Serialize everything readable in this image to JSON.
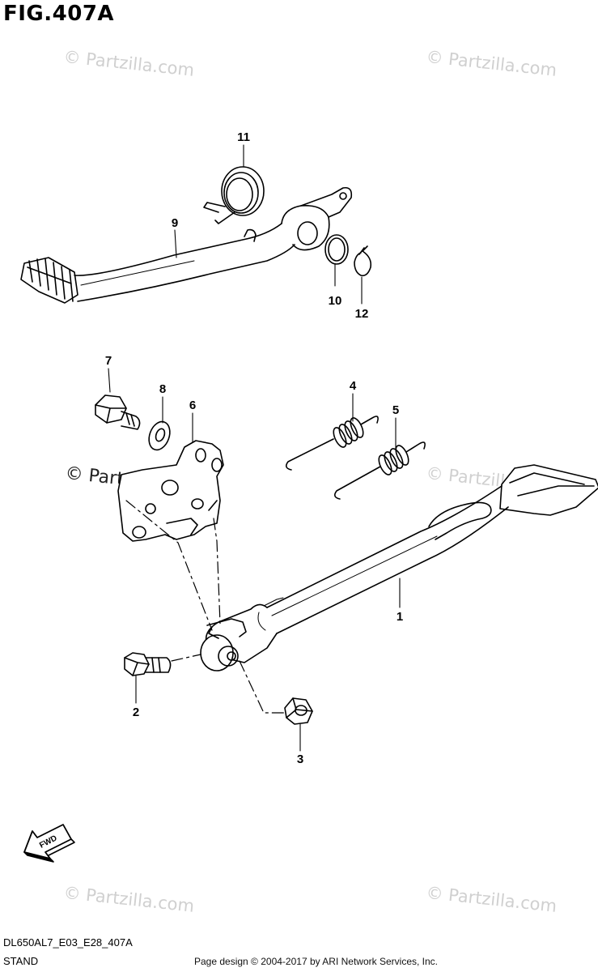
{
  "figure": {
    "title": "FIG.407A",
    "diagram_code": "DL650AL7_E03_E28_407A",
    "section_name": "STAND"
  },
  "watermark": {
    "text": "© Partzilla.com"
  },
  "footer": {
    "copyright": "Page design © 2004-2017 by ARI Network Services, Inc."
  },
  "fwd_indicator": {
    "label": "FWD"
  },
  "callouts": [
    {
      "id": "1",
      "label": "1"
    },
    {
      "id": "2",
      "label": "2"
    },
    {
      "id": "3",
      "label": "3"
    },
    {
      "id": "4",
      "label": "4"
    },
    {
      "id": "5",
      "label": "5"
    },
    {
      "id": "6",
      "label": "6"
    },
    {
      "id": "7",
      "label": "7"
    },
    {
      "id": "8",
      "label": "8"
    },
    {
      "id": "9",
      "label": "9"
    },
    {
      "id": "10",
      "label": "10"
    },
    {
      "id": "11",
      "label": "11"
    },
    {
      "id": "12",
      "label": "12"
    }
  ]
}
